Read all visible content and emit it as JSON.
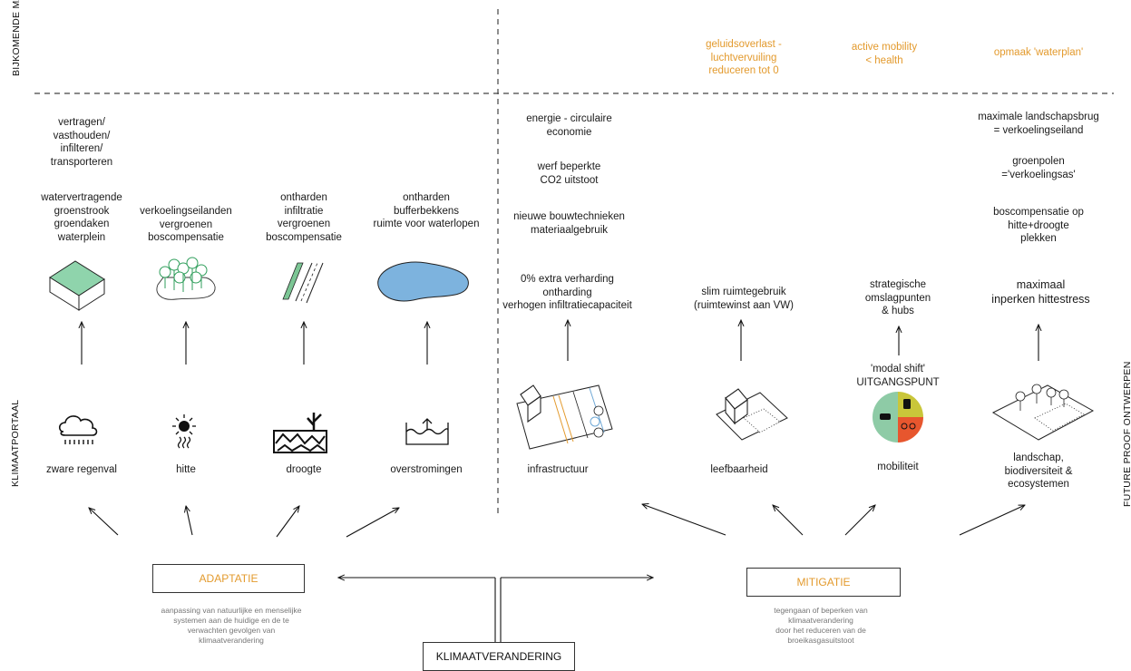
{
  "side_labels": {
    "top_left": "BIJKOMENDE\nMAATREGELEN",
    "mid_left": "KLIMAATPORTAAL",
    "right": "FUTURE PROOF ONTWERPEN"
  },
  "orange_notes": {
    "noise": "geluidsoverlast -\nluchtvervuiling\nreduceren tot 0",
    "mobility": "active mobility\n< health",
    "water": "opmaak 'waterplan'"
  },
  "adaptation": {
    "top_note": "vertragen/\nvasthouden/\ninfilteren/\ntransporteren",
    "measures": [
      "watervertragende\ngroenstrook\ngroendaken\nwaterplein",
      "verkoelingseilanden\nvergroenen\nboscompensatie",
      "ontharden\ninfiltratie\nvergroenen\nboscompensatie",
      "ontharden\nbufferbekkens\nruimte voor waterlopen"
    ],
    "threats": [
      "zware regenval",
      "hitte",
      "droogte",
      "overstromingen"
    ]
  },
  "mitigation": {
    "infra_notes": [
      "energie - circulaire\neconomie",
      "werf beperkte\nCO2 uitstoot",
      "nieuwe bouwtechnieken\nmateriaalgebruik",
      "0% extra verharding\nontharding\nverhogen infiltratiecapaciteit"
    ],
    "leef_note": "slim ruimtegebruik\n(ruimtewinst aan VW)",
    "mob_note": "strategische\nomslagpunten\n& hubs",
    "modal_shift": "'modal shift'\nUITGANGSPUNT",
    "land_notes": [
      "maximale landschapsbrug\n= verkoelingseiland",
      "groenpolen\n='verkoelingsas'",
      "boscompensatie op\nhitte+droogte\nplekken",
      "maximaal\ninperken hittestress"
    ],
    "themes": [
      "infrastructuur",
      "leefbaarheid",
      "mobiliteit",
      "landschap,\nbiodiversiteit &\necosystemen"
    ]
  },
  "bottom": {
    "adaptatie_label": "ADAPTATIE",
    "adaptatie_desc": "aanpassing van natuurlijke en menselijke\nsystemen aan de huidige en de te\nverwachten gevolgen van\nklimaatverandering",
    "mitigatie_label": "MITIGATIE",
    "mitigatie_desc": "tegengaan of beperken van\nklimaatverandering\ndoor het reduceren van de\nbroeikasgasuitstoot",
    "center_label": "KLIMAATVERANDERING"
  },
  "colors": {
    "accent_orange": "#e39a2d",
    "green": "#6cc28e",
    "water_blue": "#6fa8d6",
    "mob_green": "#8ecba6",
    "mob_yellow": "#c9c63a",
    "mob_orange": "#e7562e"
  }
}
